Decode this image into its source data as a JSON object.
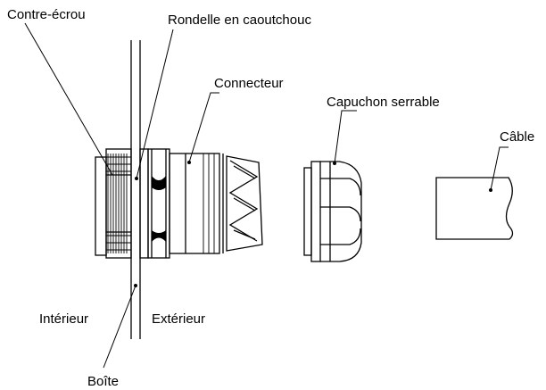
{
  "labels": {
    "locknut": "Contre-écrou",
    "rubber_washer": "Rondelle en caoutchouc",
    "connector": "Connecteur",
    "cap": "Capuchon serrable",
    "cable": "Câble",
    "inside": "Intérieur",
    "outside": "Extérieur",
    "box": "Boîte"
  }
}
